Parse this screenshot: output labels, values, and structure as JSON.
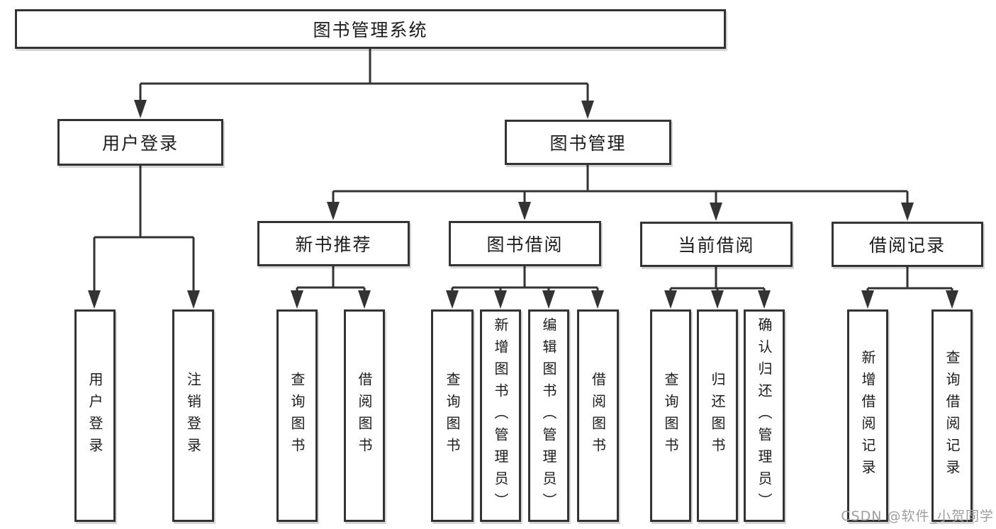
{
  "root": {
    "label": "图书管理系统"
  },
  "user_login": {
    "label": "用户登录",
    "children": [
      {
        "label": "用户登录"
      },
      {
        "label": "注销登录"
      }
    ]
  },
  "book_mgmt": {
    "label": "图书管理",
    "new_book": {
      "label": "新书推荐",
      "children": [
        {
          "label": "查询图书"
        },
        {
          "label": "借阅图书"
        }
      ]
    },
    "book_borrow": {
      "label": "图书借阅",
      "children": [
        {
          "label": "查询图书"
        },
        {
          "label": "新增图书（管理员）"
        },
        {
          "label": "编辑图书（管理员）"
        },
        {
          "label": "借阅图书"
        }
      ]
    },
    "current_borrow": {
      "label": "当前借阅",
      "children": [
        {
          "label": "查询图书"
        },
        {
          "label": "归还图书"
        },
        {
          "label": "确认归还（管理员）"
        }
      ]
    },
    "borrow_record": {
      "label": "借阅记录",
      "children": [
        {
          "label": "新增借阅记录"
        },
        {
          "label": "查询借阅记录"
        }
      ]
    }
  },
  "watermark": {
    "text": "CSDN @软件_小贺同学"
  },
  "colors": {
    "line": "#333333",
    "text": "#1c1c1c",
    "box_background": "#ffffff",
    "watermark": "#9e9e9e"
  }
}
